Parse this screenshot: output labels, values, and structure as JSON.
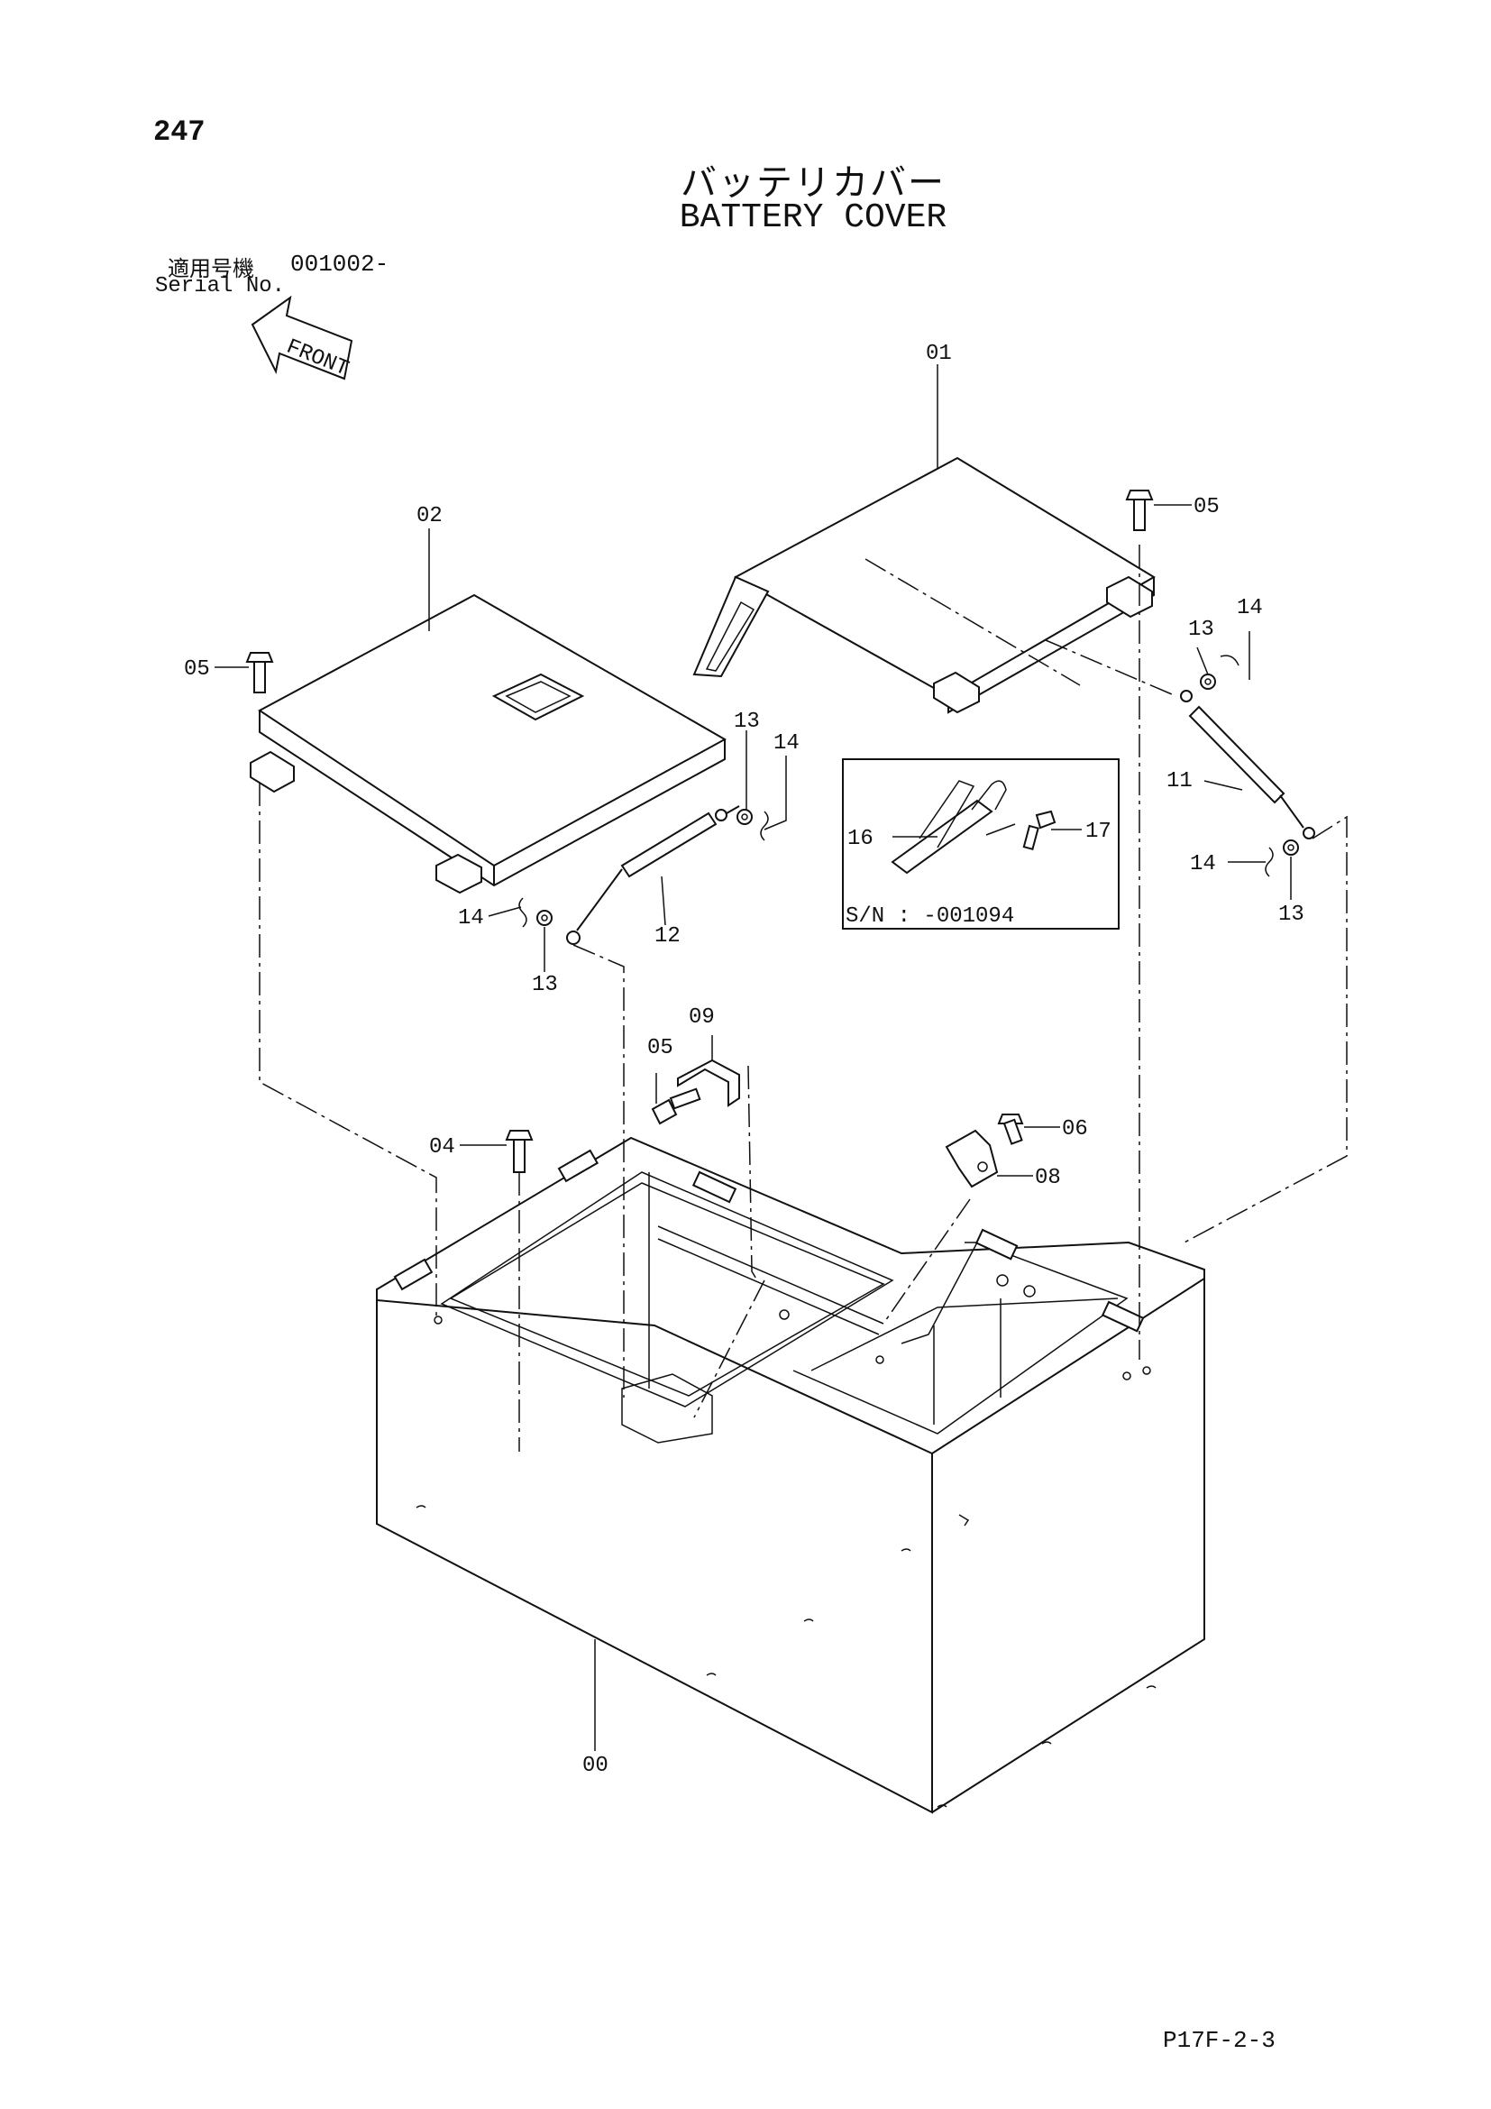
{
  "header": {
    "page_number": "247",
    "title_jp": "バッテリカバー",
    "title_en": "BATTERY COVER",
    "serial_label_jp": "適用号機",
    "serial_value": "001002-",
    "serial_label_en": "Serial No."
  },
  "front_arrow": {
    "label": "FRONT"
  },
  "callouts": {
    "c00": "00",
    "c01": "01",
    "c02": "02",
    "c04": "04",
    "c05_left": "05",
    "c05_right": "05",
    "c05_bracket": "05",
    "c06": "06",
    "c08": "08",
    "c09": "09",
    "c11": "11",
    "c12": "12",
    "c13_a": "13",
    "c13_b": "13",
    "c13_c": "13",
    "c13_d": "13",
    "c14_a": "14",
    "c14_b": "14",
    "c14_c": "14",
    "c14_d": "14",
    "c16": "16",
    "c17": "17"
  },
  "inset": {
    "serial_note": "S/N : -001094"
  },
  "footer": {
    "code": "P17F-2-3"
  }
}
